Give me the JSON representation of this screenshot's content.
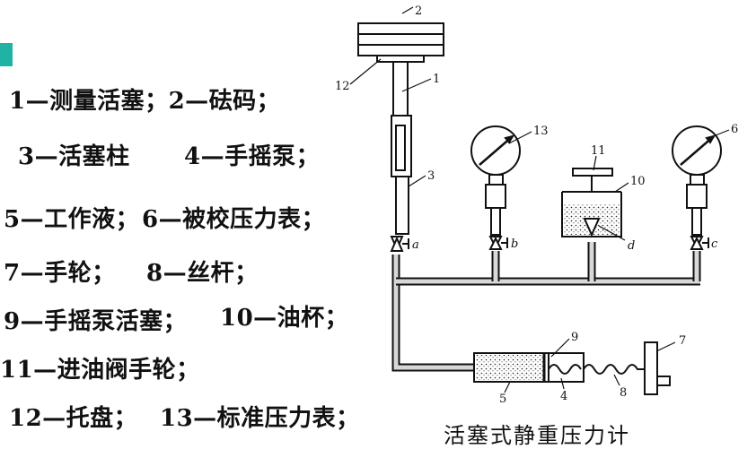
{
  "legend": [
    "1—测量活塞；2—砝码；",
    "3—活塞柱",
    "4—手摇泵；",
    "5—工作液；",
    "6—被校压力表；",
    "7—手轮；",
    "8—丝杆；",
    "9—手摇泵活塞；",
    "10—油杯；",
    "11—进油阀手轮；",
    "12—托盘；",
    "13—标准压力表；"
  ],
  "caption": "活塞式静重压力计",
  "labels": {
    "n1": "1",
    "n2": "2",
    "n3": "3",
    "n4": "4",
    "n5": "5",
    "n6": "6",
    "n7": "7",
    "n8": "8",
    "n9": "9",
    "n10": "10",
    "n11": "11",
    "n12": "12",
    "n13": "13",
    "va": "a",
    "vb": "b",
    "vc": "c",
    "vd": "d"
  },
  "colors": {
    "ink": "#111111",
    "accent": "#1fb3a6",
    "fill": "#e6e6e6"
  }
}
